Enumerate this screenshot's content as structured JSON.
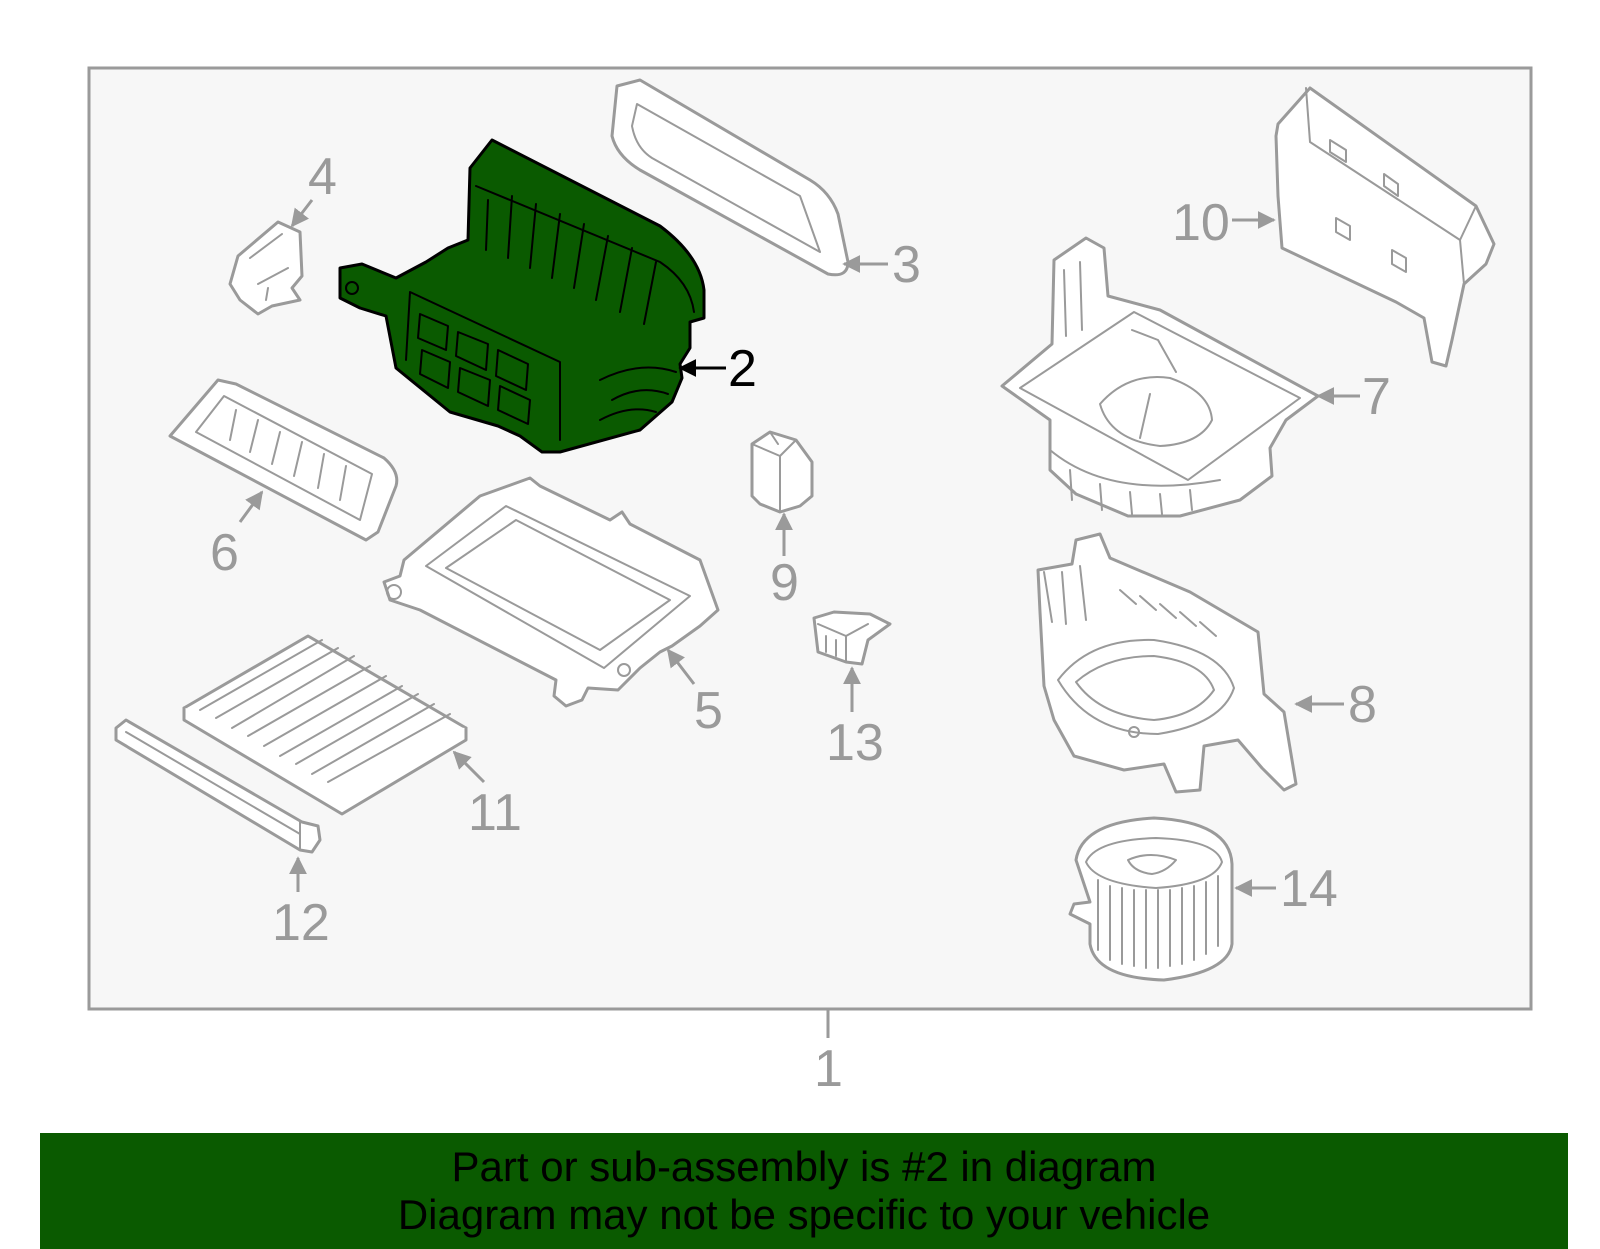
{
  "diagram": {
    "highlighted_part": "2",
    "callouts": {
      "c1": "1",
      "c2": "2",
      "c3": "3",
      "c4": "4",
      "c5": "5",
      "c6": "6",
      "c7": "7",
      "c8": "8",
      "c9": "9",
      "c10": "10",
      "c11": "11",
      "c12": "12",
      "c13": "13",
      "c14": "14"
    },
    "colors": {
      "highlight": "#0a5a00",
      "outline": "#9a9a9a",
      "frame_background": "#f7f7f7"
    }
  },
  "banner": {
    "line1": "Part or sub-assembly is #2 in diagram",
    "line2": "Diagram may not be specific to your vehicle",
    "background": "#0a5a00"
  }
}
